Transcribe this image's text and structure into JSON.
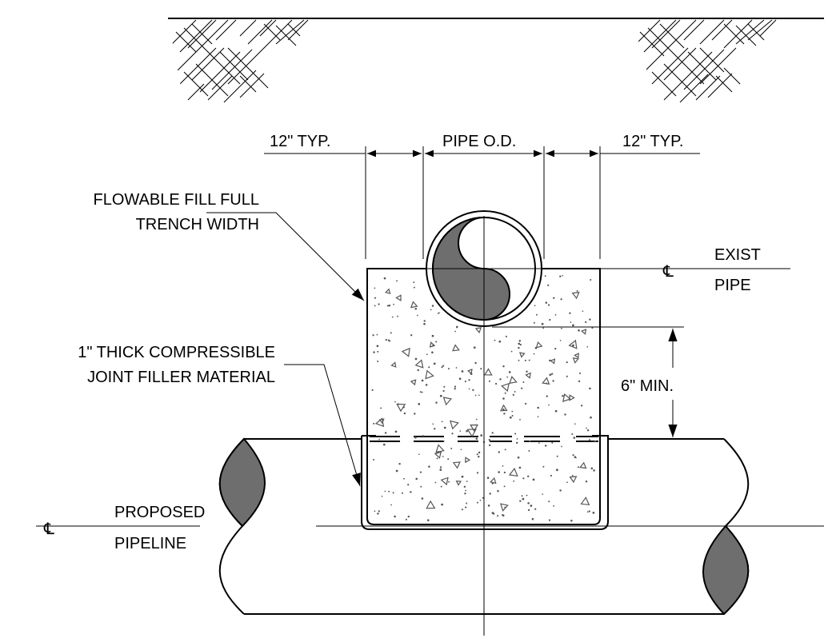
{
  "labels": {
    "dim_left": "12\" TYP.",
    "dim_center": "PIPE O.D.",
    "dim_right": "12\" TYP.",
    "flowable_line1": "FLOWABLE FILL FULL",
    "flowable_line2": "TRENCH WIDTH",
    "joint_line1": "1\" THICK COMPRESSIBLE",
    "joint_line2": "JOINT FILLER MATERIAL",
    "exist_line1": "EXIST",
    "exist_line2": "PIPE",
    "proposed_line1": "PROPOSED",
    "proposed_line2": "PIPELINE",
    "min_clearance": "6\" MIN.",
    "centerline_symbol": "℄"
  },
  "colors": {
    "line": "#000000",
    "pipe_fill": "#6e6e6e",
    "aggregate": "#555555",
    "background": "#ffffff"
  },
  "icons": {
    "centerline_exist": "centerline-icon",
    "centerline_proposed": "centerline-icon"
  }
}
